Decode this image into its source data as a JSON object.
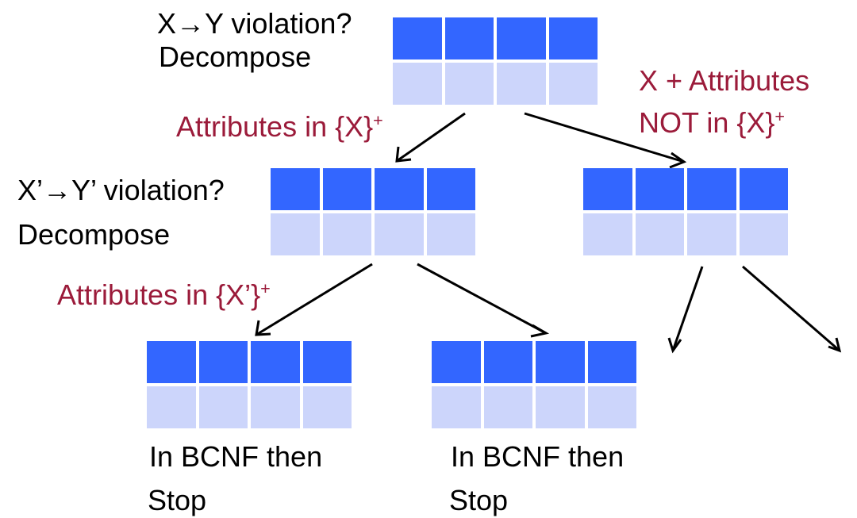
{
  "labels": {
    "top_violation": "X→Y violation?",
    "top_decompose": "Decompose",
    "left_branch_x": "Attributes in {X}",
    "left_branch_x_sup": "+",
    "right_branch_line1": "X + Attributes",
    "right_branch_line2": "NOT in {X}",
    "right_branch_sup": "+",
    "mid_violation": "X’→Y’ violation?",
    "mid_decompose": "Decompose",
    "left_branch_xprime": "Attributes in {X’}",
    "left_branch_xprime_sup": "+",
    "leaf1_line1": "In BCNF then",
    "leaf1_line2": "Stop",
    "leaf2_line1": "In BCNF then",
    "leaf2_line2": "Stop"
  },
  "colors": {
    "header_cell": "#3366ff",
    "body_cell": "#ccd5fb",
    "branch_text": "#9b1b3a",
    "text": "#000000"
  }
}
